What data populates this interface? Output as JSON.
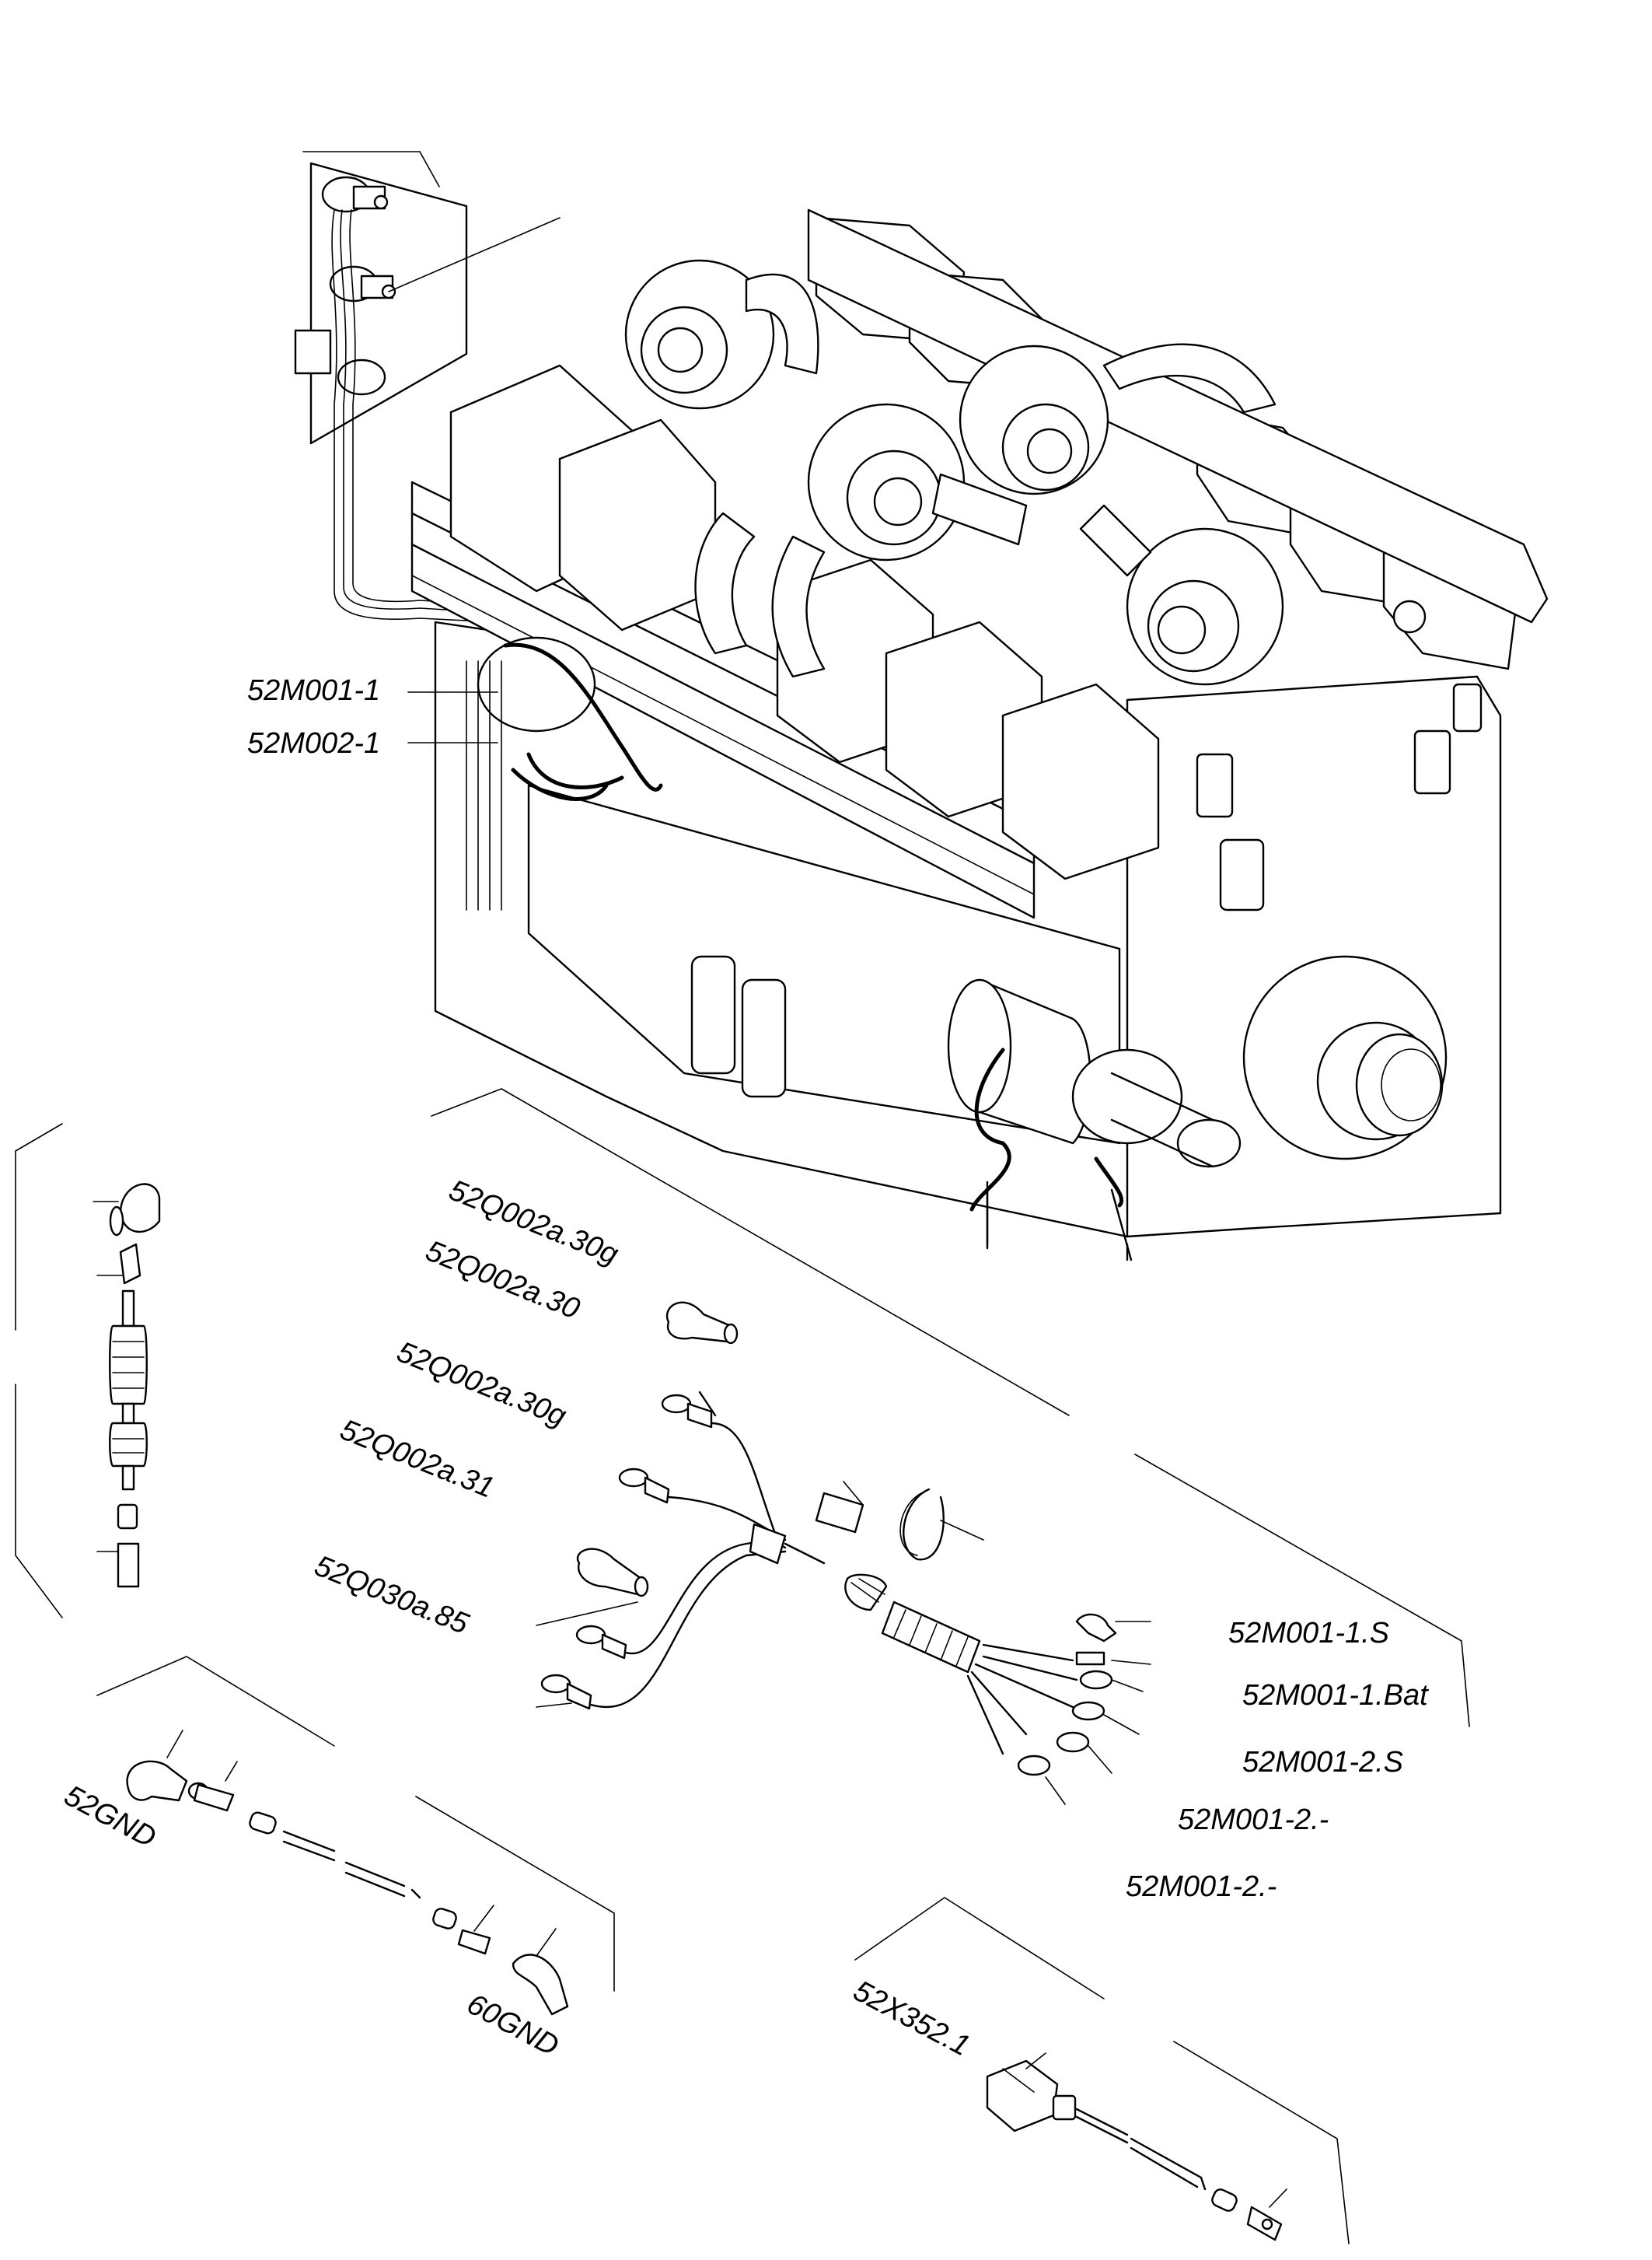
{
  "labels": {
    "m001_1": "52M001-1",
    "m002_1": "52M002-1",
    "q002a_30g_top": "52Q002a.30g",
    "q002a_30": "52Q002a.30",
    "q002a_30g_mid": "52Q002a.30g",
    "q002a_31": "52Q002a.31",
    "q030a_85": "52Q030a.85",
    "m001_1_s": "52M001-1.S",
    "m001_1_bat": "52M001-1.Bat",
    "m001_2_s": "52M001-2.S",
    "m001_2_minus_a": "52M001-2.-",
    "m001_2_minus_b": "52M001-2.-",
    "gnd_52": "52GND",
    "gnd_60": "60GND",
    "x352_1": "52X352.1"
  }
}
